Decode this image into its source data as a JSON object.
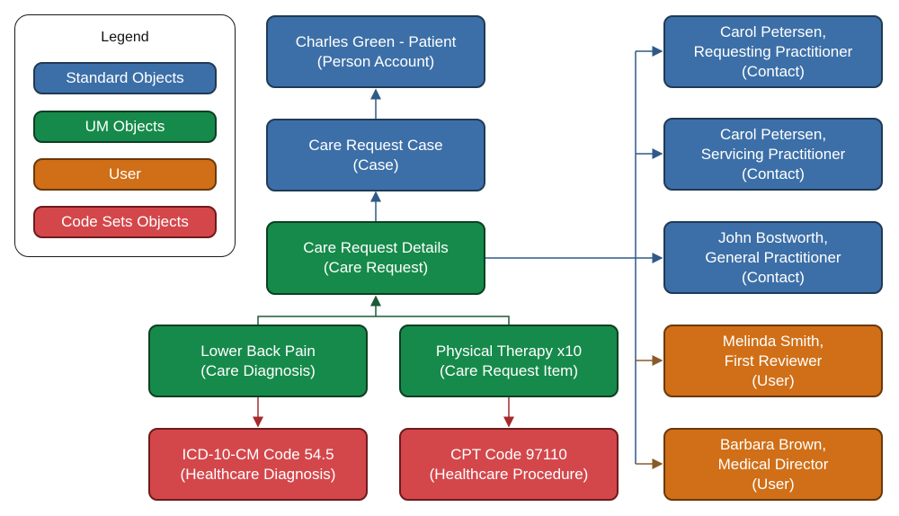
{
  "legend": {
    "title": "Legend",
    "items": [
      {
        "label": "Standard Objects"
      },
      {
        "label": "UM Objects"
      },
      {
        "label": "User"
      },
      {
        "label": "Code Sets Objects"
      }
    ]
  },
  "nodes": {
    "patient": {
      "line1": "Charles Green - Patient",
      "line2": "(Person Account)"
    },
    "case": {
      "line1": "Care Request Case",
      "line2": "(Case)"
    },
    "care_request": {
      "line1": "Care Request Details",
      "line2": "(Care Request)"
    },
    "diagnosis": {
      "line1": "Lower Back Pain",
      "line2": "(Care Diagnosis)"
    },
    "item": {
      "line1": "Physical Therapy x10",
      "line2": "(Care Request Item)"
    },
    "icd": {
      "line1": "ICD-10-CM Code 54.5",
      "line2": "(Healthcare Diagnosis)"
    },
    "cpt": {
      "line1": "CPT Code 97110",
      "line2": "(Healthcare Procedure)"
    },
    "requesting": {
      "line1": "Carol Petersen,",
      "line2": "Requesting Practitioner",
      "line3": "(Contact)"
    },
    "servicing": {
      "line1": "Carol Petersen,",
      "line2": "Servicing Practitioner",
      "line3": "(Contact)"
    },
    "general": {
      "line1": "John Bostworth,",
      "line2": "General Practitioner",
      "line3": "(Contact)"
    },
    "first_reviewer": {
      "line1": "Melinda Smith,",
      "line2": "First Reviewer",
      "line3": "(User)"
    },
    "medical_director": {
      "line1": "Barbara Brown,",
      "line2": "Medical Director",
      "line3": "(User)"
    }
  },
  "colors": {
    "standard": "#3c6fa7",
    "um": "#168a4a",
    "user": "#d06f17",
    "code_sets": "#d3474b",
    "connector_standard": "#2f5a86",
    "connector_um": "#1d5a36",
    "connector_user": "#8a5a2a",
    "connector_code": "#a52a2a"
  }
}
